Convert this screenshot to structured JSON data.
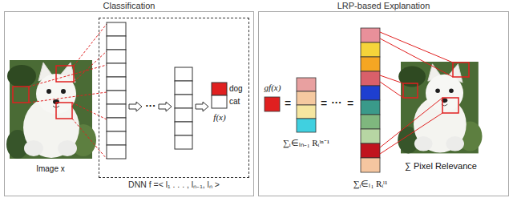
{
  "diagram": {
    "nodes": [
      {
        "text": [
          "Classification"
        ]
      },
      {
        "text": [
          "LRP-based Explanation"
        ]
      },
      {
        "text": [
          "DNN f =< l₁ . . . , lₙ₋₁, lₙ >"
        ],
        "in": 0
      }
    ],
    "labels": [
      "Image x",
      "···",
      "dog",
      "cat",
      "f(x)",
      "gf(x)",
      "=",
      "=",
      "···",
      "=",
      "∑ᵢ∈ₗₙ₋₁ Rᵢˡⁿ⁻¹",
      "∑ᵢ∈ₗ₁ Rᵢˡ¹",
      "∑ Pixel Relevance"
    ]
  }
}
